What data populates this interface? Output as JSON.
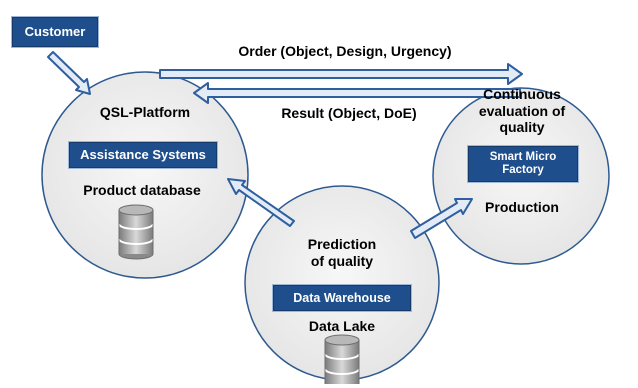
{
  "customer": {
    "label": "Customer"
  },
  "arrows": {
    "order": "Order (Object, Design, Urgency)",
    "result": "Result (Object, DoE)"
  },
  "qsl": {
    "title": "QSL-Platform",
    "box": "Assistance Systems",
    "subtitle": "Product database"
  },
  "factory": {
    "title_lines": [
      "Continuous",
      "evaluation of",
      "quality"
    ],
    "box_lines": [
      "Smart Micro",
      "Factory"
    ],
    "subtitle": "Production"
  },
  "prediction": {
    "title_lines": [
      "Prediction",
      "of quality"
    ],
    "box": "Data Warehouse",
    "subtitle": "Data Lake"
  },
  "colors": {
    "box_fill": "#1f4e8c",
    "arrow_stroke": "#2f5f9e",
    "circle_fill": "#ececec",
    "circle_stroke": "#2e5a90"
  },
  "icons": [
    "database-icon",
    "database-icon"
  ]
}
